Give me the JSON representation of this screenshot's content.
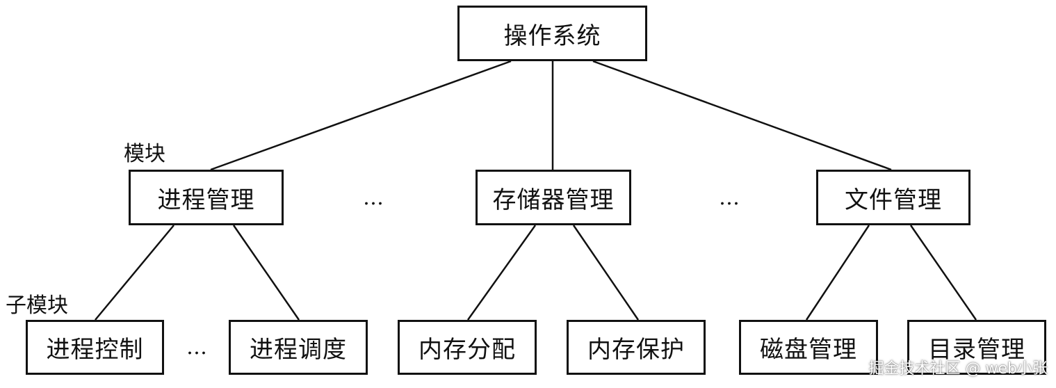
{
  "root": {
    "label": "操作系统"
  },
  "labels": {
    "module": "模块",
    "submodule": "子模块"
  },
  "modules": [
    {
      "label": "进程管理",
      "children": [
        {
          "label": "进程控制"
        },
        {
          "label": "进程调度"
        }
      ],
      "child_gap_marker": "…"
    },
    {
      "label": "存储器管理",
      "children": [
        {
          "label": "内存分配"
        },
        {
          "label": "内存保护"
        }
      ]
    },
    {
      "label": "文件管理",
      "children": [
        {
          "label": "磁盘管理"
        },
        {
          "label": "目录管理"
        }
      ]
    }
  ],
  "module_gap_markers": [
    "…",
    "…"
  ],
  "watermark": "掘金技术社区 @ web小张",
  "colors": {
    "line": "#111111",
    "box_border": "#111111",
    "background": "#ffffff"
  }
}
